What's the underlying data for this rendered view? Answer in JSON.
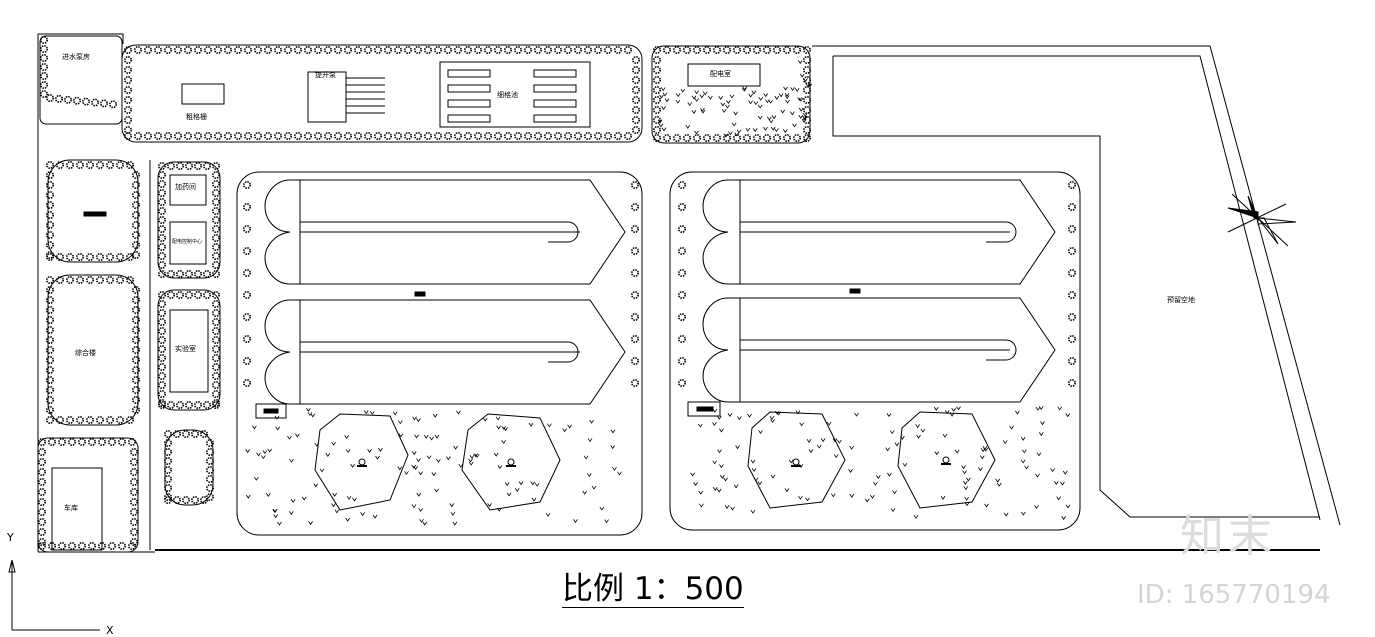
{
  "drawing": {
    "scale_label": "比例 1：500",
    "watermark_brand": "知末",
    "watermark_id": "ID: 165770194",
    "axis_y": "Y",
    "axis_x": "X"
  },
  "buildings": {
    "inlet_room": "进水泵房",
    "coarse_screen": "粗格栅",
    "lift_pump": "提升泵",
    "grit_tank": "细格池",
    "power_room": "配电室",
    "dosing_room": "加药间",
    "control_center": "配电控制中心",
    "office": "综合楼",
    "lab": "实验室",
    "garage": "车库",
    "reserve_land": "预留空地"
  },
  "colors": {
    "line": "#000000",
    "background": "#ffffff",
    "watermark": "#d0d0d0"
  }
}
